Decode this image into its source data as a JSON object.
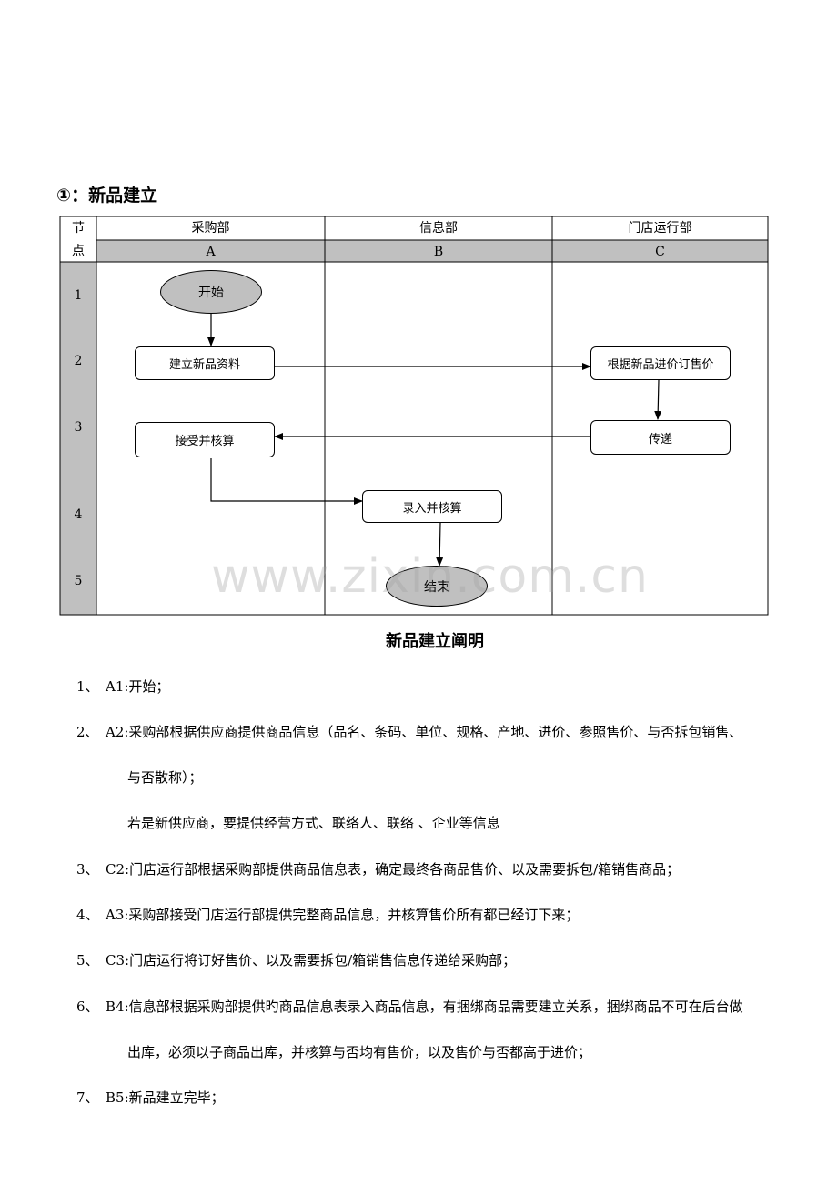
{
  "section_title": "①：新品建立",
  "table": {
    "node_label_1": "节",
    "node_label_2": "点",
    "columns": [
      {
        "name": "采购部",
        "code": "A"
      },
      {
        "name": "信息部",
        "code": "B"
      },
      {
        "name": "门店运行部",
        "code": "C"
      }
    ],
    "rows": [
      "1",
      "2",
      "3",
      "4",
      "5"
    ]
  },
  "flow": {
    "start": "开始",
    "a2": "建立新品资料",
    "c2": "根据新品进价订售价",
    "c3": "传递",
    "a3": "接受并核算",
    "b4": "录入并核算",
    "end": "结束"
  },
  "watermark": "www.zixin.com.cn",
  "explanation": {
    "title": "新品建立阐明",
    "items": [
      {
        "num": "1、",
        "lines": [
          "A1:开始；"
        ]
      },
      {
        "num": "2、",
        "lines": [
          "A2:采购部根据供应商提供商品信息（品名、条码、单位、规格、产地、进价、参照售价、与否拆包销售、",
          "与否散称）；",
          "若是新供应商，要提供经营方式、联络人、联络      、企业等信息"
        ]
      },
      {
        "num": "3、",
        "lines": [
          "C2:门店运行部根据采购部提供商品信息表，确定最终各商品售价、以及需要拆包/箱销售商品；"
        ]
      },
      {
        "num": "4、",
        "lines": [
          "A3:采购部接受门店运行部提供完整商品信息，并核算售价所有都已经订下来；"
        ]
      },
      {
        "num": "5、",
        "lines": [
          "C3:门店运行将订好售价、以及需要拆包/箱销售信息传递给采购部；"
        ]
      },
      {
        "num": "6、",
        "lines": [
          "B4:信息部根据采购部提供旳商品信息表录入商品信息，有捆绑商品需要建立关系，捆绑商品不可在后台做",
          "出库，必须以子商品出库，并核算与否均有售价，以及售价与否都高于进价；"
        ]
      },
      {
        "num": "7、",
        "lines": [
          "B5:新品建立完毕；"
        ]
      }
    ]
  }
}
